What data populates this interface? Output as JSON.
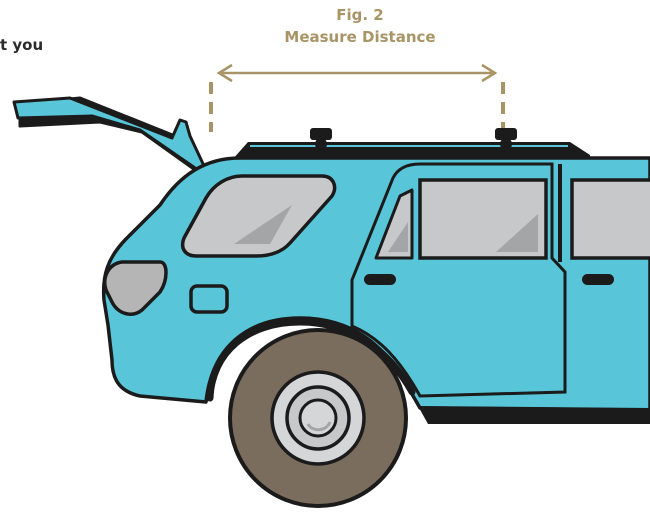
{
  "intro_fragment": "t you",
  "figure": {
    "number_label": "Fig. 2",
    "caption": "Measure Distance"
  },
  "colors": {
    "car_body": "#58c6d8",
    "outline": "#1b1b1b",
    "measure_gold": "#a89464",
    "window_grey": "#c7c8ca",
    "tail_light": "#b5b5b5",
    "tire": "#7b6d5d",
    "rim": "#d5d6d8"
  },
  "icons": [
    "left-arrowhead-icon",
    "right-arrowhead-icon"
  ]
}
